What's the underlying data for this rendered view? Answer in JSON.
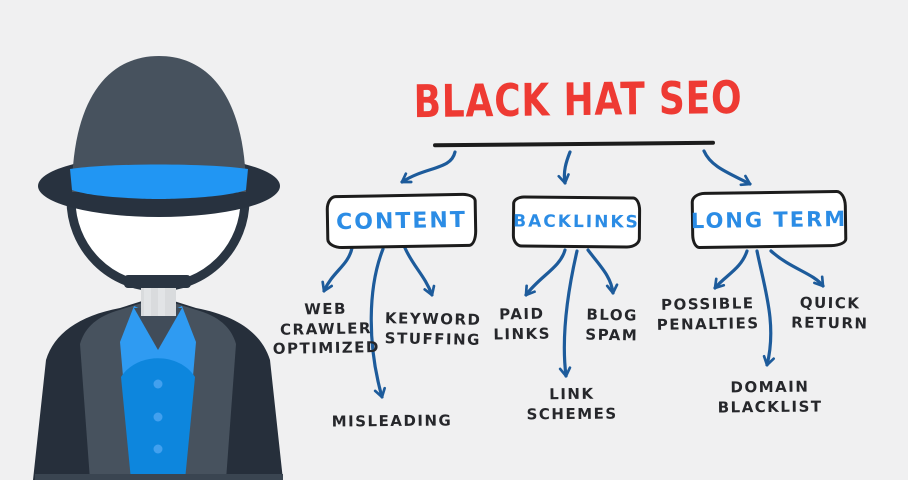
{
  "title": {
    "text": "BLACK HAT SEO",
    "color": "#ee3a33"
  },
  "mindmap": {
    "arrow_color": "#1d5b9b",
    "node_text_color": "#2b8ce5",
    "leaf_text_color": "#26272b",
    "branches": [
      {
        "label": "CONTENT",
        "children": [
          "WEB\nCRAWLER\nOPTIMIZED",
          "KEYWORD\nSTUFFING",
          "MISLEADING"
        ]
      },
      {
        "label": "BACKLINKS",
        "children": [
          "PAID\nLINKS",
          "BLOG\nSPAM",
          "LINK\nSCHEMES"
        ]
      },
      {
        "label": "LONG TERM",
        "children": [
          "POSSIBLE\nPENALTIES",
          "QUICK\nRETURN",
          "DOMAIN\nBLACKLIST"
        ]
      }
    ]
  },
  "illustration": {
    "description": "anonymous figure in bowler hat and suit with blank face",
    "colors": {
      "background": "#f0f0f1",
      "hat_crown": "#47525e",
      "hat_brim": "#28323f",
      "hat_band": "#2196f3",
      "face_ring": "#2a3542",
      "face": "#ffffff",
      "neck": "#d9dbdd",
      "suit": "#262f3b",
      "lapel": "#47525e",
      "collar": "#2f9bf2",
      "shirt": "#0d86dd",
      "button": "#42a0ee"
    }
  }
}
